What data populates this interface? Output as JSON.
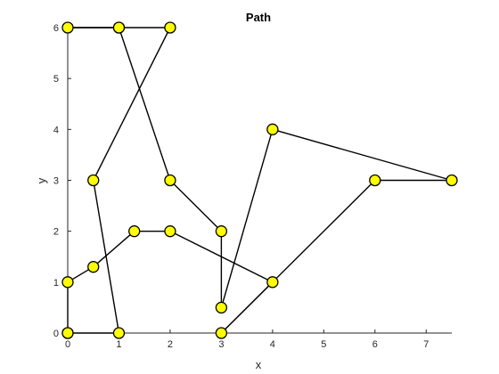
{
  "chart_data": {
    "type": "line",
    "title": "Path",
    "xlabel": "x",
    "ylabel": "y",
    "xlim": [
      0,
      7.5
    ],
    "ylim": [
      0,
      6
    ],
    "xticks": [
      0,
      1,
      2,
      3,
      4,
      5,
      6,
      7
    ],
    "yticks": [
      0,
      1,
      2,
      3,
      4,
      5,
      6
    ],
    "grid": false,
    "legend": "none",
    "series": [
      {
        "points": [
          [
            0,
            0
          ],
          [
            0,
            1
          ],
          [
            0.5,
            1.3
          ],
          [
            1.3,
            2
          ],
          [
            2,
            2
          ],
          [
            4,
            1
          ],
          [
            3,
            0
          ],
          [
            6,
            3
          ],
          [
            7.5,
            3
          ],
          [
            4,
            4
          ],
          [
            3,
            0.5
          ],
          [
            3,
            2
          ],
          [
            2,
            3
          ],
          [
            1,
            6
          ],
          [
            0,
            6
          ],
          [
            1,
            6
          ],
          [
            2,
            6
          ],
          [
            0.5,
            3
          ],
          [
            1,
            0
          ],
          [
            0,
            0
          ]
        ],
        "line_color": "#000000",
        "marker_color": "#ffff00",
        "marker_edge_color": "#000000",
        "marker": "circle"
      }
    ]
  }
}
